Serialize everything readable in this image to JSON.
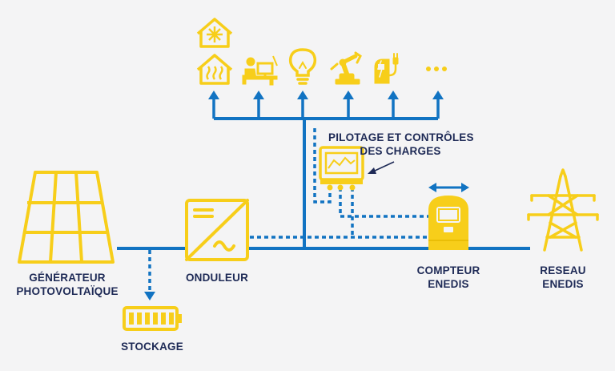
{
  "colors": {
    "background": "#f4f4f5",
    "line_blue": "#1173c2",
    "icon_yellow": "#f7ce1a",
    "label_navy": "#1e2a56"
  },
  "labels": {
    "generator_line1": "GÉNÉRATEUR",
    "generator_line2": "PHOTOVOLTAÏQUE",
    "inverter": "ONDULEUR",
    "storage": "STOCKAGE",
    "meter_line1": "COMPTEUR",
    "meter_line2": "ENEDIS",
    "grid_line1": "RESEAU",
    "grid_line2": "ENEDIS",
    "control_line1": "PILOTAGE ET CONTRÔLES",
    "control_line2": "DES CHARGES"
  },
  "loads": [
    {
      "icon": "heating-house-icon"
    },
    {
      "icon": "office-desk-icon"
    },
    {
      "icon": "light-bulb-icon"
    },
    {
      "icon": "industrial-robot-icon"
    },
    {
      "icon": "ev-charger-icon"
    },
    {
      "icon": "more-dots-icon"
    }
  ],
  "extra_icons": [
    "cooling-house-icon"
  ]
}
